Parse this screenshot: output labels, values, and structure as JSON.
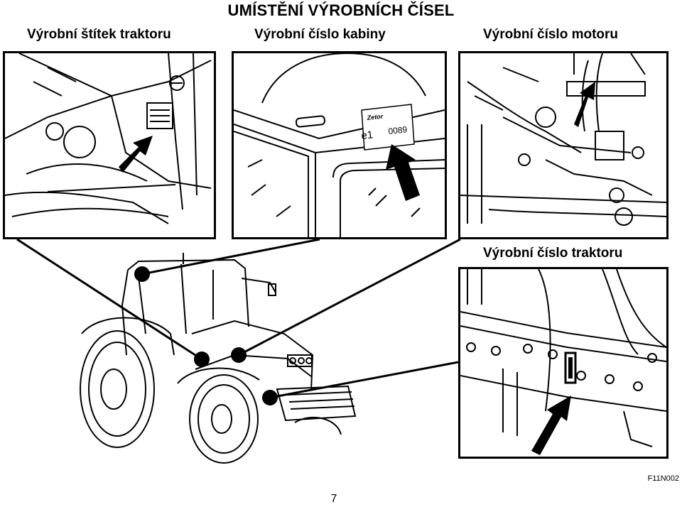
{
  "title": "UMÍSTĚNÍ VÝROBNÍCH ČÍSEL",
  "captions": {
    "tractor_plate": "Výrobní štítek traktoru",
    "cabin_number": "Výrobní číslo kabiny",
    "engine_number": "Výrobní číslo motoru",
    "tractor_number": "Výrobní číslo traktoru"
  },
  "cabin_label": {
    "brand": "Zetor",
    "mark": "e1",
    "serial": "0089"
  },
  "figure_code": "F11N002",
  "page_number": "7",
  "colors": {
    "ink": "#000000",
    "paper": "#ffffff"
  }
}
